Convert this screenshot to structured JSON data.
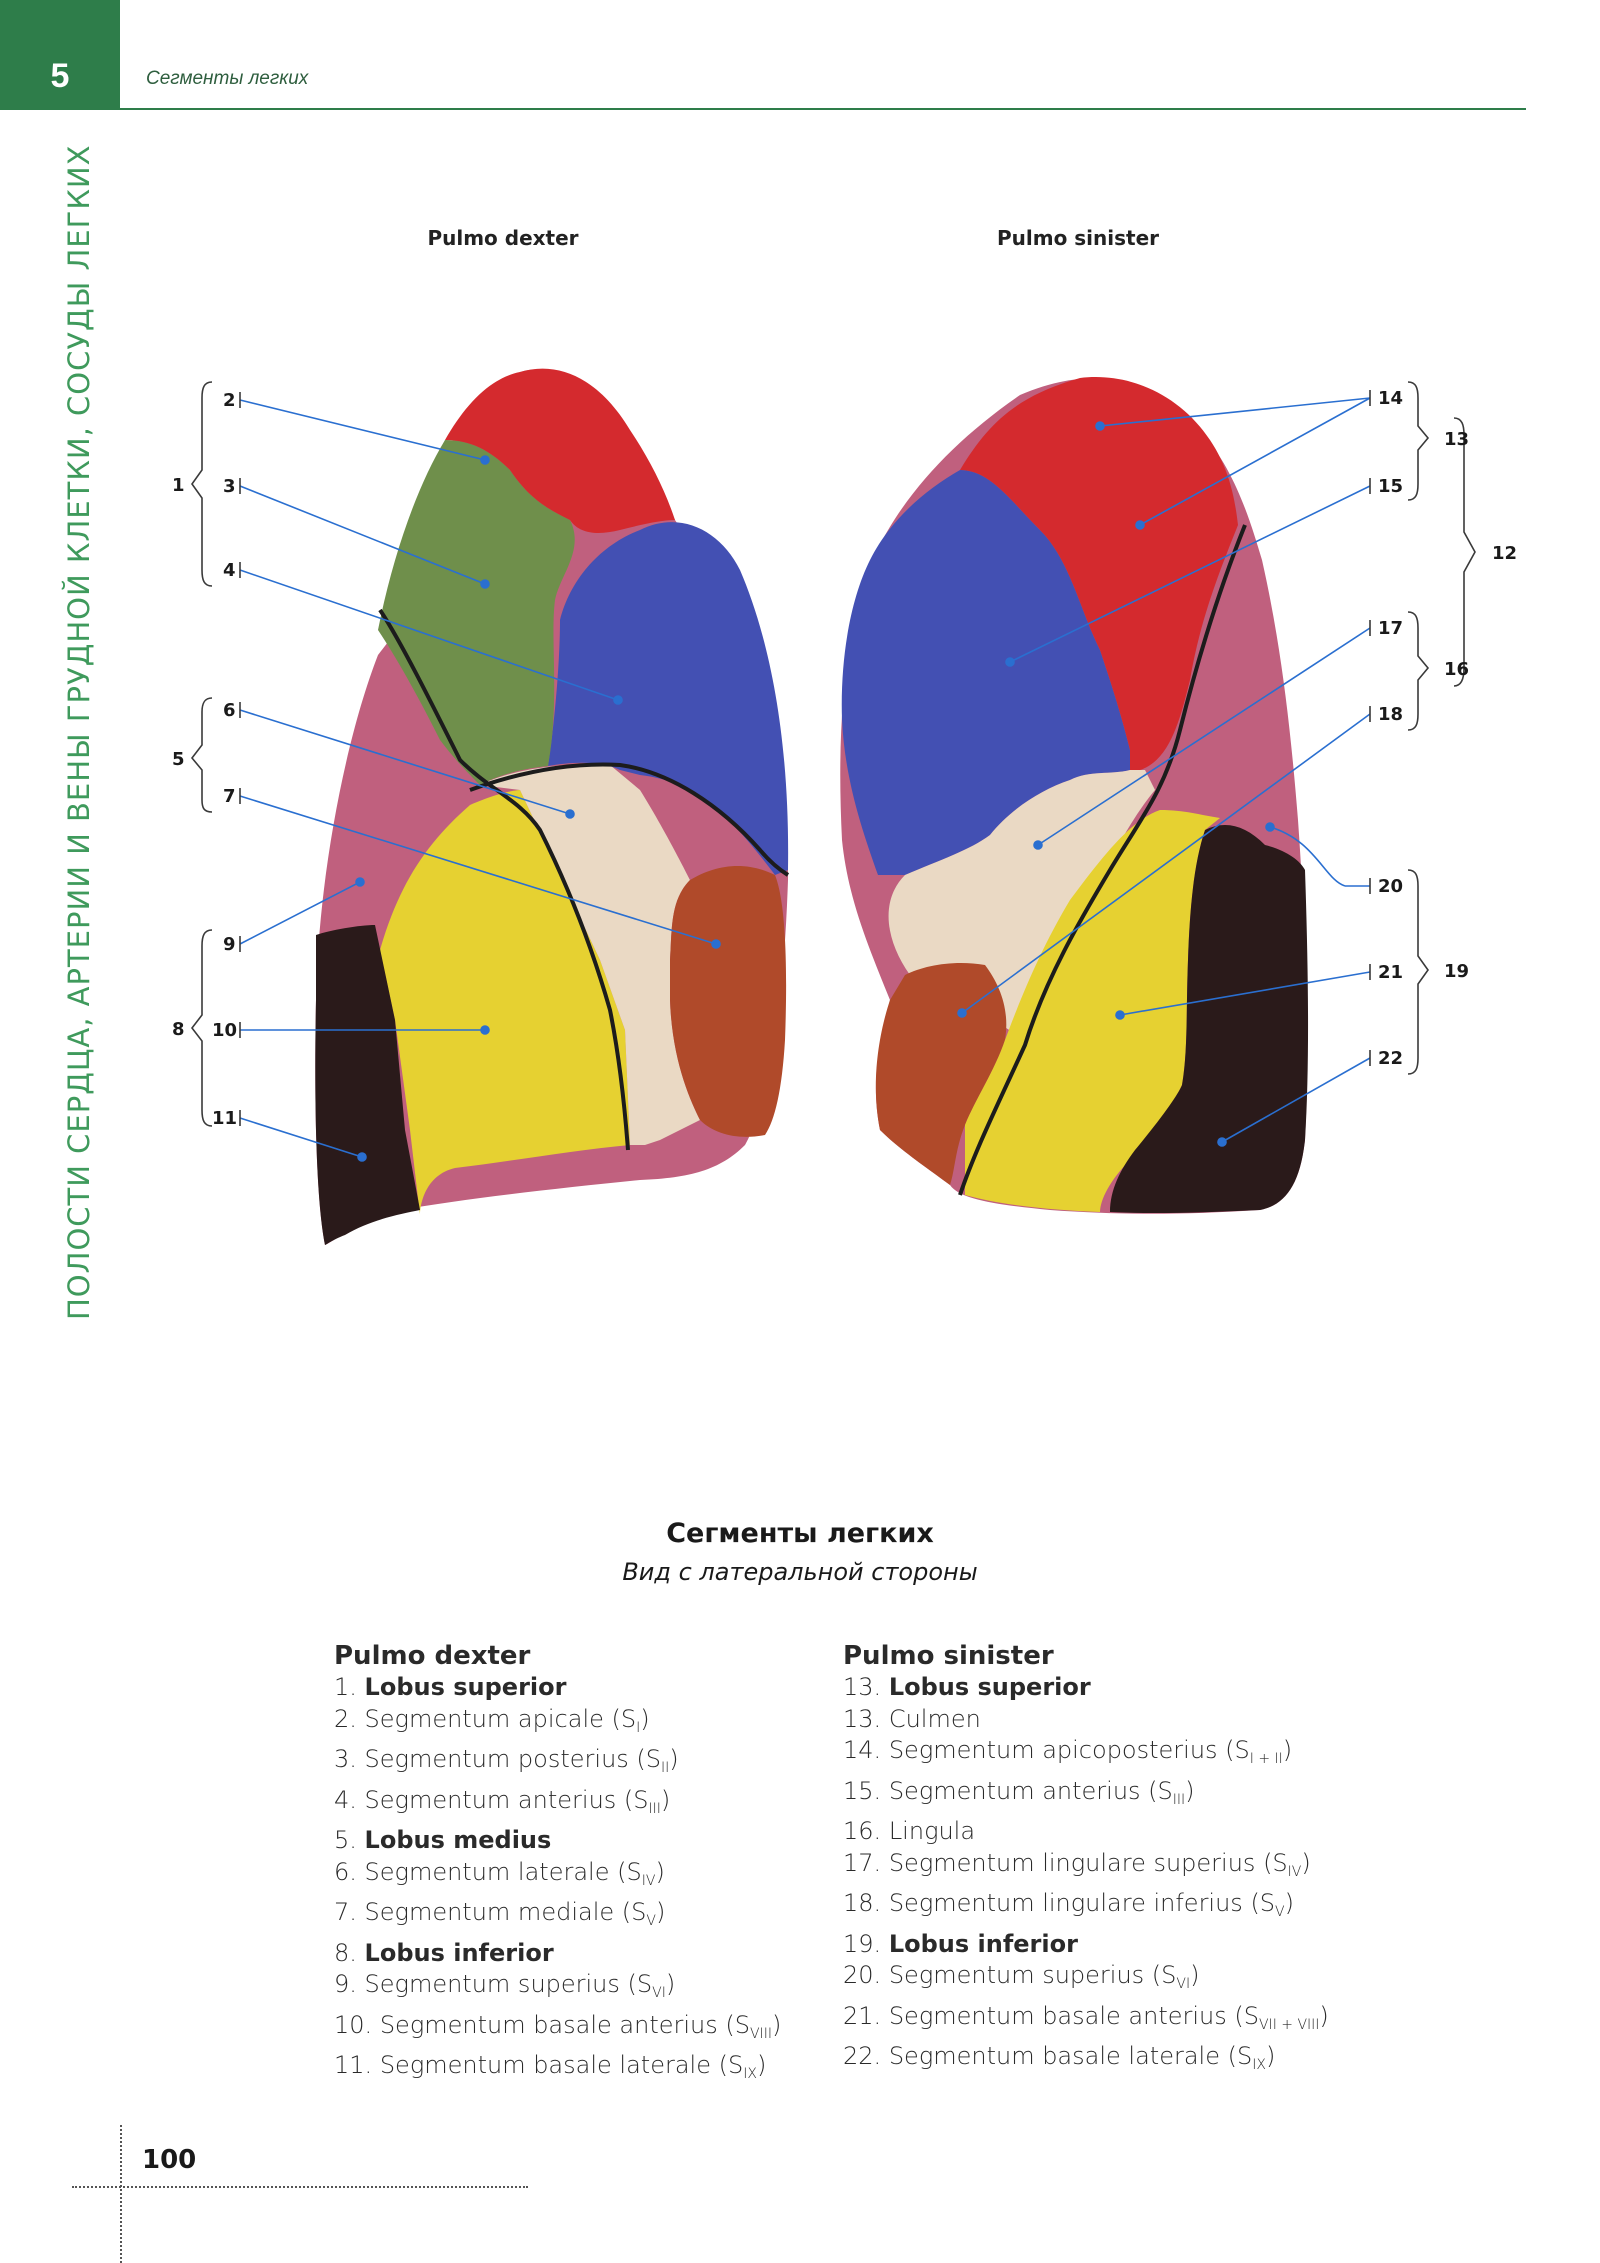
{
  "header": {
    "chapter_number": "5",
    "running_title": "Сегменты легких",
    "side_title": "ПОЛОСТИ СЕРДЦА, АРТЕРИИ И ВЕНЫ ГРУДНОЙ КЛЕТКИ, СОСУДЫ ЛЕГКИХ",
    "accent_color": "#2e7d4a"
  },
  "figure": {
    "left_lung_title": "Pulmo dexter",
    "right_lung_title": "Pulmo sinister",
    "labels": {
      "l1": "1",
      "l2": "2",
      "l3": "3",
      "l4": "4",
      "l5": "5",
      "l6": "6",
      "l7": "7",
      "l8": "8",
      "l9": "9",
      "l10": "10",
      "l11": "11",
      "l12": "12",
      "l13": "13",
      "l14": "14",
      "l15": "15",
      "l16": "16",
      "l17": "17",
      "l18": "18",
      "l19": "19",
      "l20": "20",
      "l21": "21",
      "l22": "22"
    },
    "segment_colors": {
      "red": "#d42a2e",
      "green": "#6f8f4b",
      "blue": "#4350b3",
      "pink": "#c0607e",
      "cream": "#ead9c4",
      "brown": "#b04a2a",
      "yellow": "#e6d131",
      "dark": "#2a1a1a"
    }
  },
  "caption": {
    "title": "Сегменты легких",
    "subtitle": "Вид с латеральной стороны"
  },
  "legend_left": {
    "heading": "Pulmo dexter",
    "items": [
      {
        "num": "1.",
        "label": "Lobus superior",
        "sub": "",
        "bold": true
      },
      {
        "num": "2.",
        "label": "Segmentum apicale (S",
        "sub": "I",
        "bold": false
      },
      {
        "num": "3.",
        "label": "Segmentum posterius (S",
        "sub": "II",
        "bold": false
      },
      {
        "num": "4.",
        "label": "Segmentum anterius (S",
        "sub": "III",
        "bold": false
      },
      {
        "num": "5.",
        "label": "Lobus medius",
        "sub": "",
        "bold": true
      },
      {
        "num": "6.",
        "label": "Segmentum laterale (S",
        "sub": "IV",
        "bold": false
      },
      {
        "num": "7.",
        "label": "Segmentum mediale (S",
        "sub": "V",
        "bold": false
      },
      {
        "num": "8.",
        "label": "Lobus inferior",
        "sub": "",
        "bold": true
      },
      {
        "num": "9.",
        "label": "Segmentum superius (S",
        "sub": "VI",
        "bold": false
      },
      {
        "num": "10.",
        "label": "Segmentum basale anterius (S",
        "sub": "VIII",
        "bold": false
      },
      {
        "num": "11.",
        "label": "Segmentum basale laterale (S",
        "sub": "IX",
        "bold": false
      }
    ]
  },
  "legend_right": {
    "heading": "Pulmo sinister",
    "items": [
      {
        "num": "13.",
        "label": "Lobus superior",
        "sub": "",
        "bold": true
      },
      {
        "num": "13.",
        "label": "Culmen",
        "sub": "",
        "bold": false
      },
      {
        "num": "14.",
        "label": "Segmentum apicoposterius (S",
        "sub": "I + II",
        "bold": false
      },
      {
        "num": "15.",
        "label": "Segmentum anterius (S",
        "sub": "III",
        "bold": false
      },
      {
        "num": "16.",
        "label": "Lingula",
        "sub": "",
        "bold": false
      },
      {
        "num": "17.",
        "label": "Segmentum lingulare superius (S",
        "sub": "IV",
        "bold": false
      },
      {
        "num": "18.",
        "label": "Segmentum lingulare inferius (S",
        "sub": "V",
        "bold": false
      },
      {
        "num": "19.",
        "label": "Lobus inferior",
        "sub": "",
        "bold": true
      },
      {
        "num": "20.",
        "label": "Segmentum superius (S",
        "sub": "VI",
        "bold": false
      },
      {
        "num": "21.",
        "label": "Segmentum basale anterius (S",
        "sub": "VII + VIII",
        "bold": false
      },
      {
        "num": "22.",
        "label": "Segmentum basale laterale (S",
        "sub": "IX",
        "bold": false
      }
    ]
  },
  "footer": {
    "page_number": "100"
  }
}
